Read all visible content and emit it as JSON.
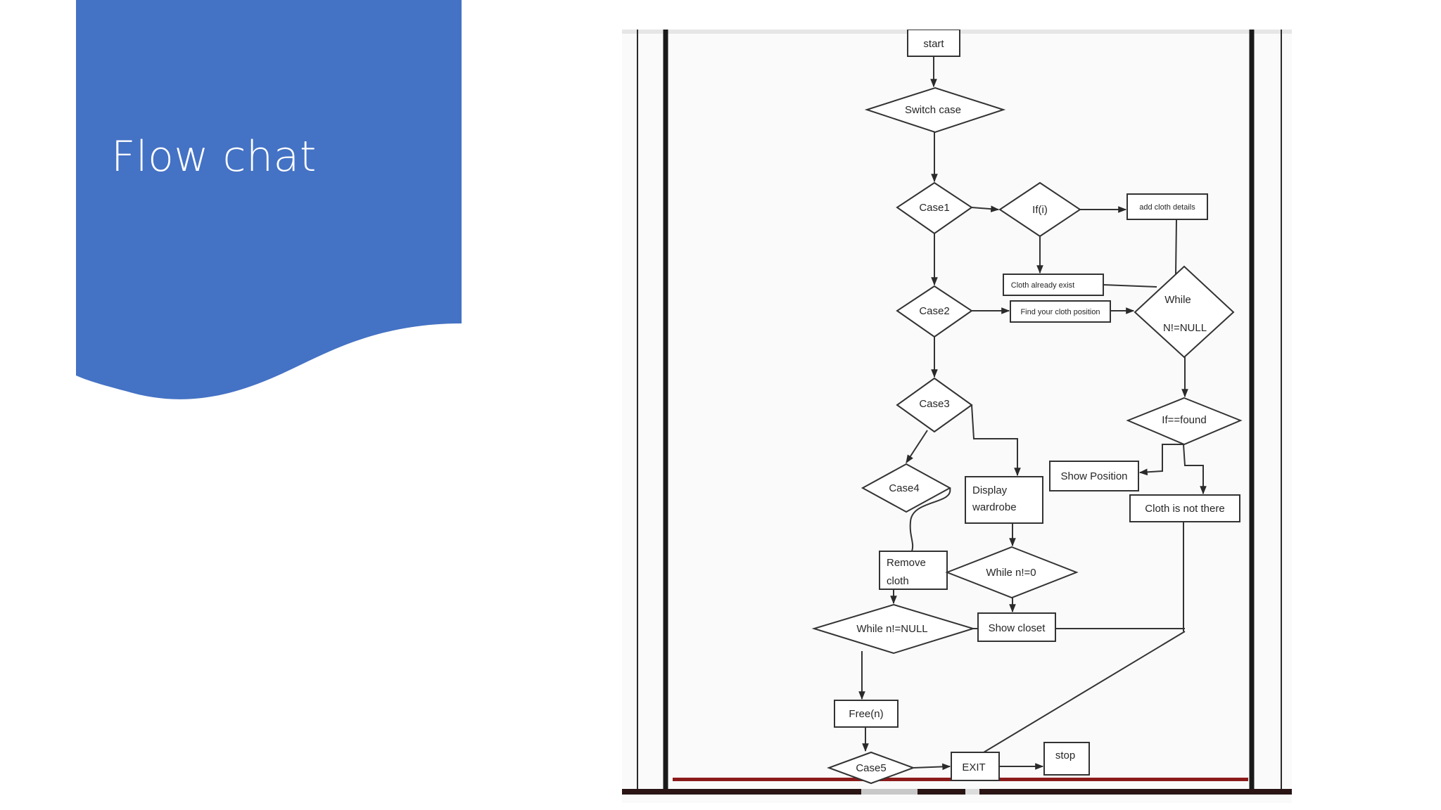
{
  "slide": {
    "title": "Flow chat",
    "panel_color": "#4472c4"
  },
  "diagram": {
    "nodes": {
      "start": "start",
      "switch_case": "Switch case",
      "case1": "Case1",
      "if_i": "If(i)",
      "add_cloth_details": "add cloth details",
      "cloth_already_exist": "Cloth already exist",
      "case2": "Case2",
      "find_cloth_position": "Find your cloth position",
      "while_n_null_line1": "While",
      "while_n_null_line2": "N!=NULL",
      "case3": "Case3",
      "if_found": "If==found",
      "show_position": "Show Position",
      "cloth_not_there": "Cloth is not there",
      "case4": "Case4",
      "display_wardrobe_line1": "Display",
      "display_wardrobe_line2": "wardrobe",
      "remove_cloth_line1": "Remove",
      "remove_cloth_line2": "cloth",
      "while_n0": "While n!=0",
      "while_n_null_lower": "While n!=NULL",
      "show_closet": "Show closet",
      "free_n": "Free(n)",
      "case5": "Case5",
      "exit": "EXIT",
      "stop": "stop"
    }
  }
}
